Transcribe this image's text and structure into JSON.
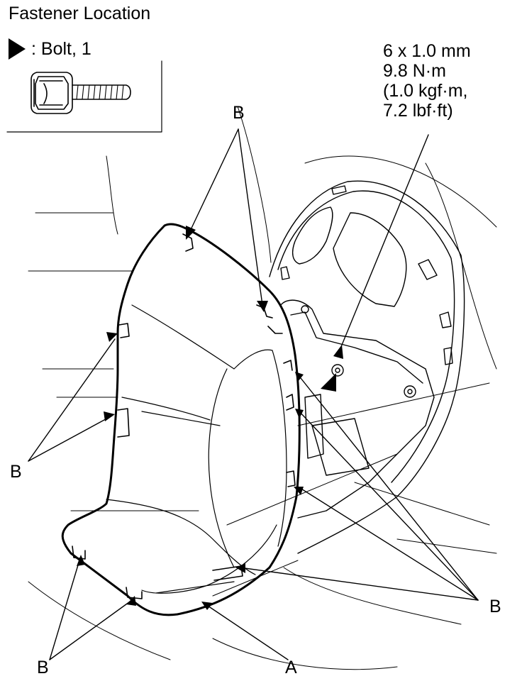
{
  "title": "Fastener Location",
  "legend": {
    "symbol": "triangle-marker-icon",
    "text": ": Bolt, 1",
    "image": "bolt-icon"
  },
  "torque_spec": {
    "lines": [
      "6 x 1.0 mm",
      "9.8 N·m",
      "(1.0 kgf·m,",
      "7.2 lbf·ft)"
    ]
  },
  "callouts": {
    "a": "A",
    "b": "B"
  }
}
